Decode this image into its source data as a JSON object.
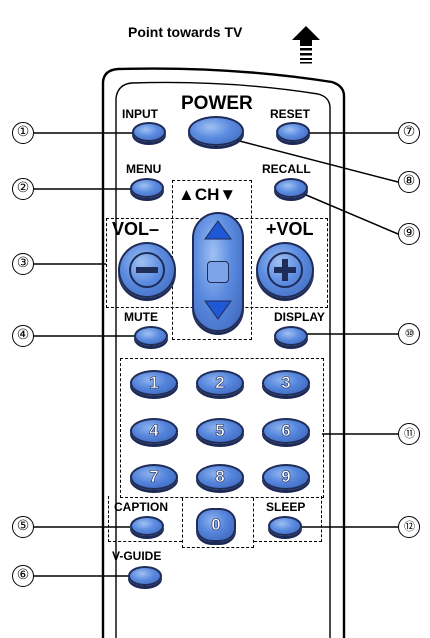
{
  "header": {
    "title": "Point towards TV"
  },
  "buttons": {
    "input": "INPUT",
    "power": "POWER",
    "reset": "RESET",
    "menu": "MENU",
    "recall": "RECALL",
    "channel": "▲CH▼",
    "vol_down": "VOL–",
    "vol_up": "+VOL",
    "mute": "MUTE",
    "display": "DISPLAY",
    "caption": "CAPTION",
    "sleep": "SLEEP",
    "vguide": "V-GUIDE"
  },
  "keypad": [
    "1",
    "2",
    "3",
    "4",
    "5",
    "6",
    "7",
    "8",
    "9",
    "0"
  ],
  "callouts": [
    "①",
    "②",
    "③",
    "④",
    "⑤",
    "⑥",
    "⑦",
    "⑧",
    "⑨",
    "⑩",
    "⑪",
    "⑫"
  ],
  "colors": {
    "button_blue": "#5b8be0",
    "button_outline": "#1f2c57",
    "line": "#000000"
  }
}
